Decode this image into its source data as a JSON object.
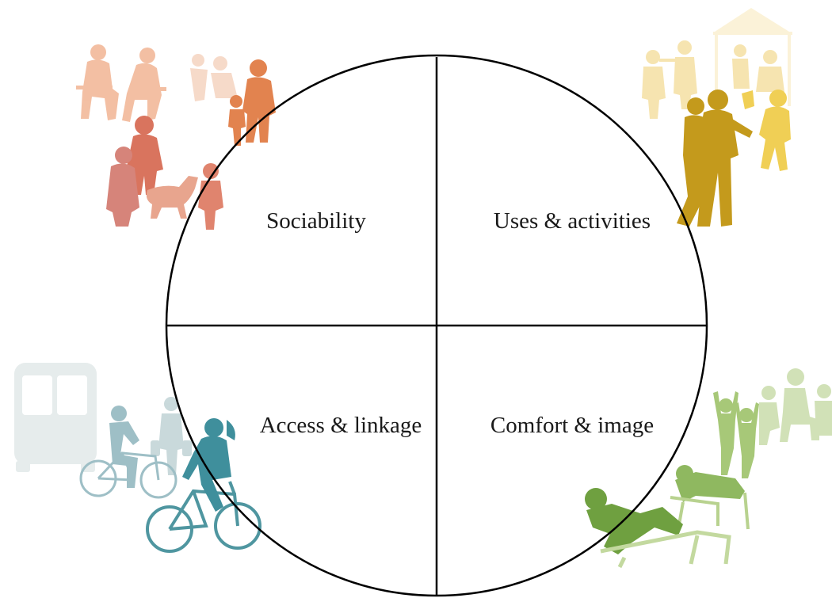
{
  "diagram": {
    "quadrants": [
      {
        "id": "top-left",
        "label": "Sociability",
        "color": "#e07a55",
        "illustration": "people-socializing-with-dog"
      },
      {
        "id": "top-right",
        "label": "Uses & activities",
        "color": "#c9a320",
        "illustration": "dancing-couple-and-musicians"
      },
      {
        "id": "bottom-left",
        "label": "Access & linkage",
        "color": "#3f8f9c",
        "illustration": "cyclists-and-bus"
      },
      {
        "id": "bottom-right",
        "label": "Comfort & image",
        "color": "#7aa645",
        "illustration": "people-relaxing-in-chairs"
      }
    ]
  }
}
